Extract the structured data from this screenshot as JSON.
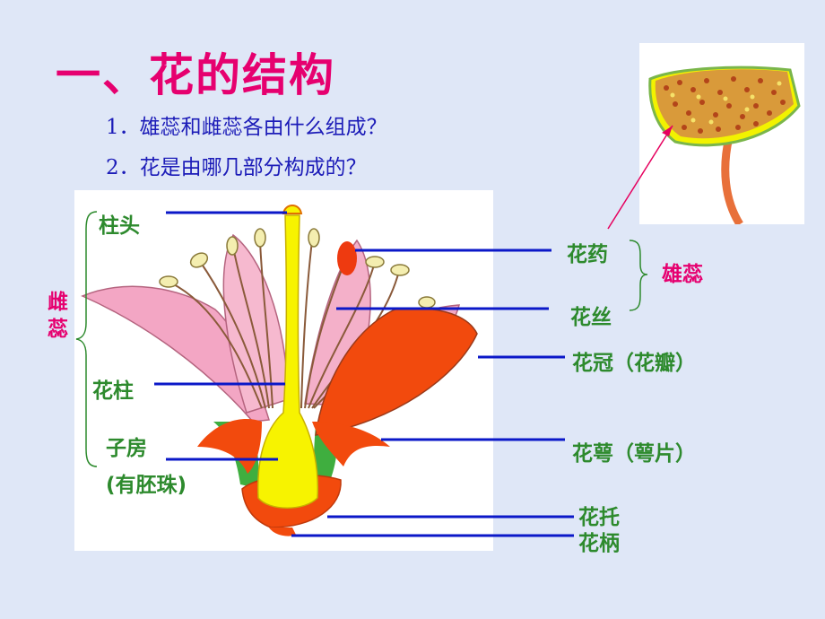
{
  "title": "一、花的结构",
  "questions": [
    "1．雄蕊和雌蕊各由什么组成？",
    "2．花是由哪几部分构成的？"
  ],
  "labels": {
    "stigma": "柱头",
    "pistil_1": "雌",
    "pistil_2": "蕊",
    "style": "花柱",
    "ovary": "子房",
    "ovule": "(有胚珠)",
    "anther": "花药",
    "filament": "花丝",
    "stamen": "雄蕊",
    "petal": "花冠（花瓣）",
    "sepal": "花萼（萼片）",
    "receptacle": "花托",
    "pedicel": "花柄"
  },
  "colors": {
    "title": "#e6006f",
    "questions": "#1c1cb8",
    "labels": "#2d8a2d",
    "pointer_lines": "#0b18c8",
    "background": "#dfe7f7"
  }
}
